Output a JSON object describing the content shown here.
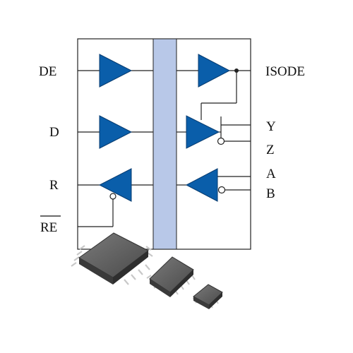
{
  "diagram": {
    "pins_left": {
      "de": "DE",
      "d": "D",
      "r": "R",
      "re_bar": "RE"
    },
    "pins_right": {
      "isode": "ISODE",
      "y": "Y",
      "z": "Z",
      "a": "A",
      "b": "B"
    }
  },
  "colors": {
    "buffer_fill": "#0a5eaa",
    "isolation_barrier": "#b8c8e8",
    "chip_body": "#5a5a5a",
    "wire": "#222222"
  }
}
